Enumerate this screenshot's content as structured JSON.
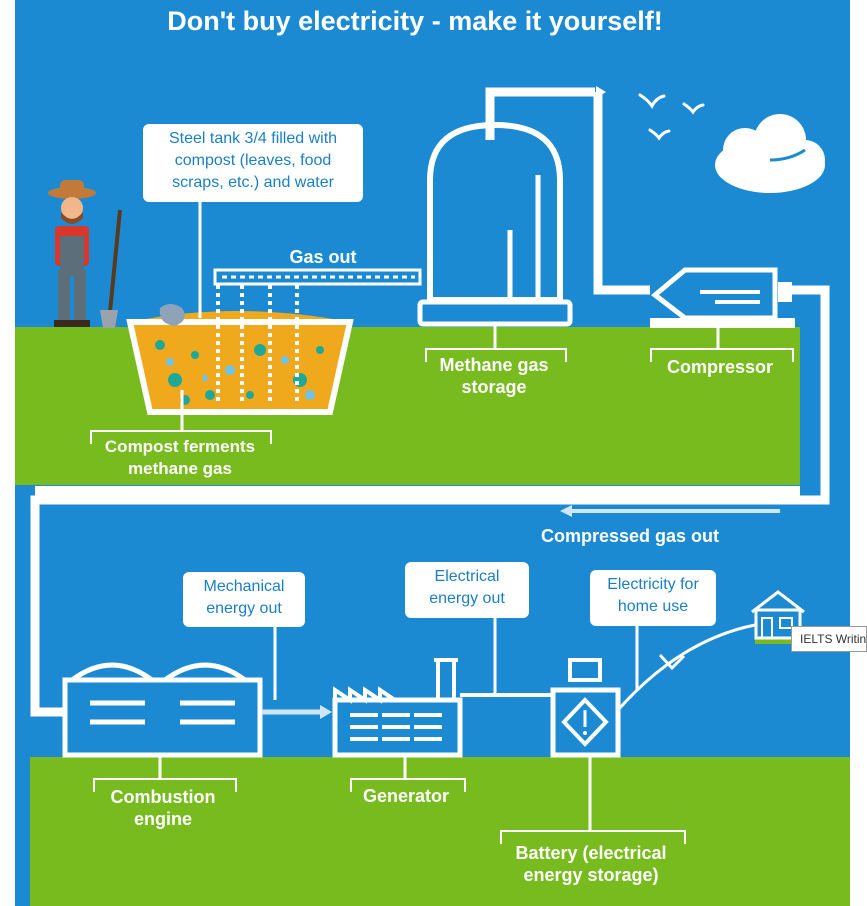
{
  "title": "Don't buy electricity - make it yourself!",
  "colors": {
    "sky": "#1b8ad2",
    "grass": "#77bb1f",
    "pipe": "#ffffff",
    "compost": "#f0a91c",
    "box_text": "#1a7fc6"
  },
  "callouts": {
    "steel_tank": [
      "Steel tank 3/4 filled with",
      "compost (leaves, food",
      "scraps, etc.) and water"
    ],
    "mechanical": [
      "Mechanical",
      "energy out"
    ],
    "electrical": [
      "Electrical",
      "energy out"
    ],
    "home": [
      "Electricity for",
      "home use"
    ]
  },
  "labels": {
    "gas_out": "Gas out",
    "compost_ferments": [
      "Compost ferments",
      "methane gas"
    ],
    "methane_storage": [
      "Methane gas",
      "storage"
    ],
    "compressor": "Compressor",
    "compressed_gas_out": "Compressed gas out",
    "combustion": [
      "Combustion",
      "engine"
    ],
    "generator": "Generator",
    "battery": [
      "Battery (electrical",
      "energy storage)"
    ]
  },
  "tooltip": "IELTS Writing"
}
